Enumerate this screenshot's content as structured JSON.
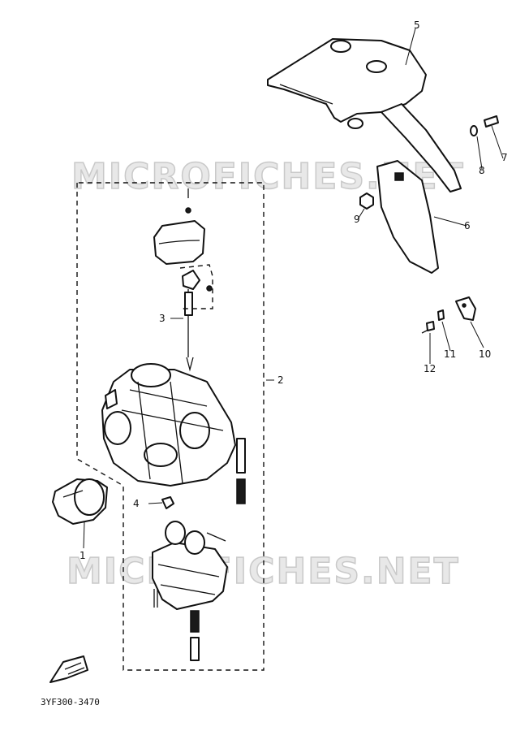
{
  "watermarks": [
    "MICROFICHES.NET",
    "MICROFICHES.NET"
  ],
  "drawing_code": "3YF300-3470",
  "callouts": {
    "c1": "1",
    "c2": "2",
    "c3": "3",
    "c4": "4",
    "c5": "5",
    "c6": "6",
    "c7": "7",
    "c8": "8",
    "c9": "9",
    "c10": "10",
    "c11": "11",
    "c12": "12"
  },
  "colors": {
    "ink": "#111111",
    "watermark": "#c9c9c9"
  },
  "icons": {
    "front_arrow": "front-direction-arrow-icon"
  }
}
